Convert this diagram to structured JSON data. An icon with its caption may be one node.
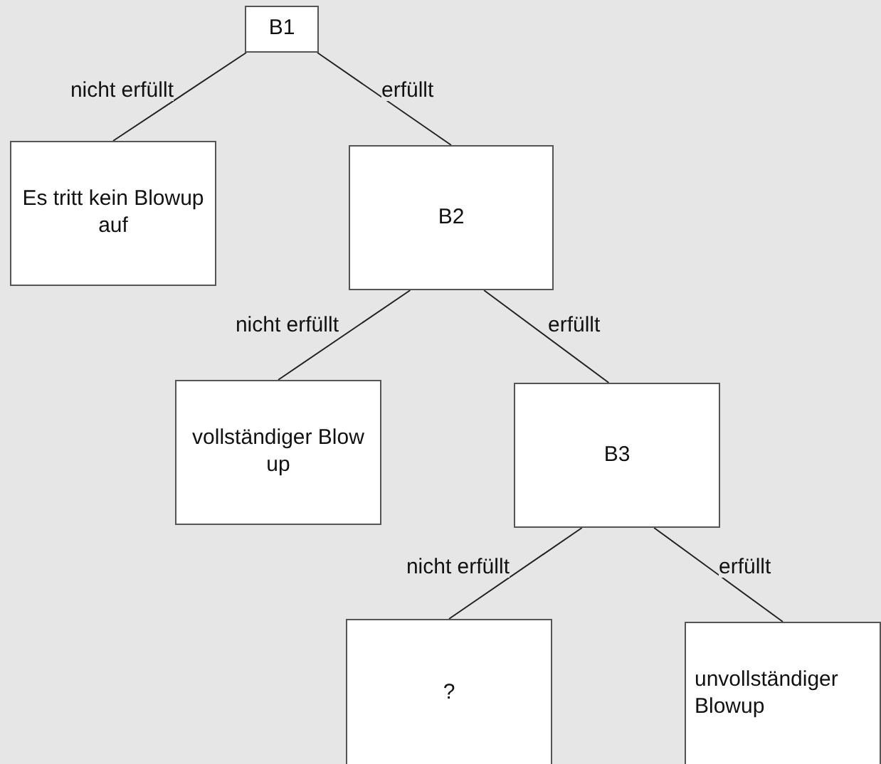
{
  "diagram": {
    "nodes": [
      {
        "text": [
          "B1"
        ]
      },
      {
        "text": [
          "Es tritt kein Blowup auf"
        ]
      },
      {
        "text": [
          "B2"
        ]
      },
      {
        "text": [
          "vollständiger Blow up"
        ]
      },
      {
        "text": [
          "B3"
        ]
      },
      {
        "text": [
          "?"
        ]
      },
      {
        "text": [
          "unvollständiger Blowup"
        ]
      }
    ],
    "edges": [
      {
        "from": 0,
        "to": 1,
        "arrow": "none",
        "label": "nicht erfüllt"
      },
      {
        "from": 0,
        "to": 2,
        "arrow": "none",
        "label": "erfüllt"
      },
      {
        "from": 2,
        "to": 3,
        "arrow": "none",
        "label": "nicht erfüllt"
      },
      {
        "from": 2,
        "to": 4,
        "arrow": "none",
        "label": "erfüllt"
      },
      {
        "from": 4,
        "to": 5,
        "arrow": "none",
        "label": "nicht erfüllt"
      },
      {
        "from": 4,
        "to": 6,
        "arrow": "none",
        "label": "erfüllt"
      }
    ]
  }
}
